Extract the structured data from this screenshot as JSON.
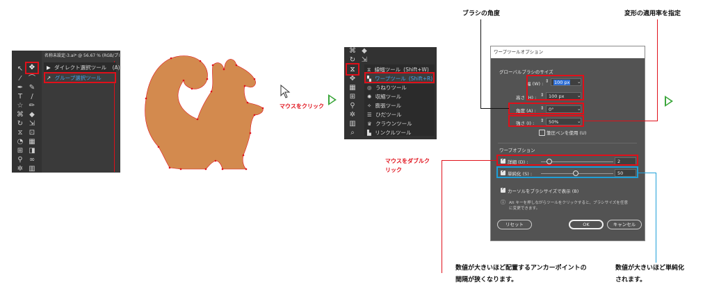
{
  "panel1": {
    "doc_title": "名称未設定-3.ai* @ 56.67 % (RGB/プレ",
    "flyout_items": [
      {
        "label": "ダイレクト選択ツール",
        "shortcut": "(A)"
      },
      {
        "label": "グループ選択ツール",
        "shortcut": ""
      }
    ]
  },
  "click_note": "マウスをクリック",
  "panel2": {
    "flyout_items": [
      {
        "label": "線幅ツール",
        "shortcut": "(Shift+W)"
      },
      {
        "label": "ワープツール",
        "shortcut": "(Shift+R)"
      },
      {
        "label": "うねりツール",
        "shortcut": ""
      },
      {
        "label": "収縮ツール",
        "shortcut": ""
      },
      {
        "label": "膨張ツール",
        "shortcut": ""
      },
      {
        "label": "ひだツール",
        "shortcut": ""
      },
      {
        "label": "クラウンツール",
        "shortcut": ""
      },
      {
        "label": "リンクルツール",
        "shortcut": ""
      }
    ]
  },
  "double_click_note": {
    "line1": "マウスをダブルク",
    "line2": "リック"
  },
  "callouts": {
    "brush_angle": "ブラシの角度",
    "warp_rate": "変形の適用率を指定",
    "detail_desc": {
      "line1": "数値が大きいほど配置するアンカーポイントの",
      "line2": "間隔が狭くなります。"
    },
    "simplify_desc": {
      "line1": "数値が大きいほど単純化",
      "line2": "されます。"
    }
  },
  "dialog": {
    "title": "ワープツールオプション",
    "global_section": "グローバルブラシのサイズ",
    "width_label": "幅 (W) :",
    "width_value": "100 px",
    "height_label": "高さ (H) :",
    "height_value": "100 px",
    "angle_label": "角度 (A) :",
    "angle_value": "0°",
    "strength_label": "強さ (I) :",
    "strength_value": "50%",
    "pressure_label": "筆圧ペンを使用 (U)",
    "warp_section": "ワープオプション",
    "detail_label": "詳細 (D) :",
    "detail_value": "2",
    "simplify_label": "単純化 (S) :",
    "simplify_value": "50",
    "show_cursor_label": "カーソルをブラシサイズで表示 (B)",
    "info_line1": "Alt キーを押しながらツールをクリックすると、ブラシサイズを任意",
    "info_line2": "に変更できます。",
    "reset_label": "リセット",
    "ok_label": "OK",
    "cancel_label": "キャンセル"
  },
  "colors": {
    "red": "#e0101a",
    "blue": "#1e9fd8",
    "green": "#3aa63a",
    "squirrel": "#d38a4e",
    "panel": "#323232"
  }
}
